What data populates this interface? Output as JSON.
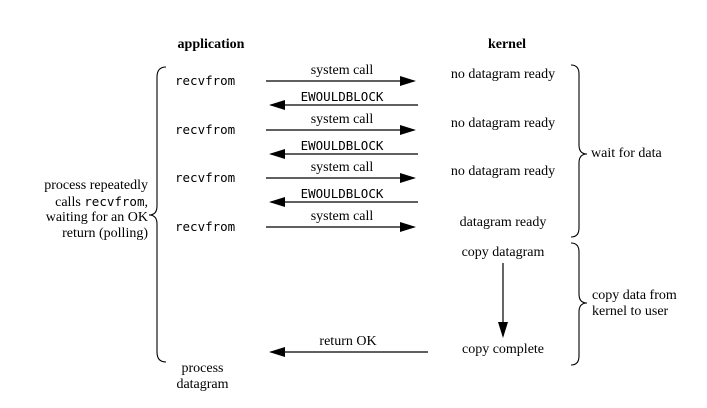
{
  "diagram": {
    "headers": {
      "application": "application",
      "kernel": "kernel"
    },
    "left_note": {
      "line1": "process repeatedly",
      "line2_pre": "calls ",
      "line2_code": "recvfrom",
      "line2_post": ",",
      "line3": "waiting for an OK",
      "line4": "return (polling)"
    },
    "rows": [
      {
        "app_call": "recvfrom",
        "request": "system call",
        "response": "EWOULDBLOCK",
        "kernel_state": "no datagram ready"
      },
      {
        "app_call": "recvfrom",
        "request": "system call",
        "response": "EWOULDBLOCK",
        "kernel_state": "no datagram ready"
      },
      {
        "app_call": "recvfrom",
        "request": "system call",
        "response": "EWOULDBLOCK",
        "kernel_state": "no datagram ready"
      },
      {
        "app_call": "recvfrom",
        "request": "system call",
        "kernel_state": "datagram ready"
      }
    ],
    "kernel_copy": {
      "start": "copy datagram",
      "end": "copy complete"
    },
    "return_label": "return OK",
    "app_final": {
      "line1": "process",
      "line2": "datagram"
    },
    "braces": {
      "wait": "wait for data",
      "copy_line1": "copy data from",
      "copy_line2": "kernel to user"
    },
    "colors": {
      "ink": "#000000",
      "background": "#ffffff"
    }
  }
}
